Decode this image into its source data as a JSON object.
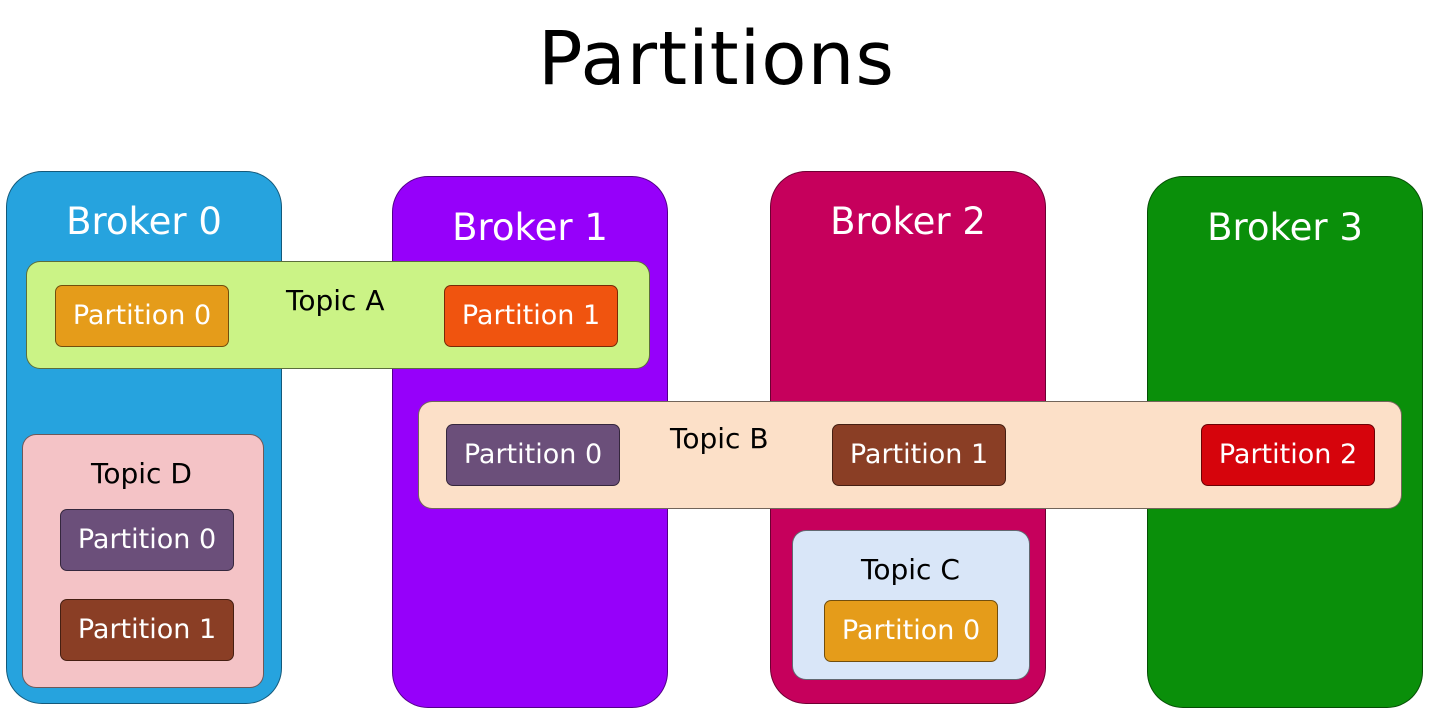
{
  "title": "Partitions",
  "brokers": [
    {
      "label": "Broker 0",
      "color": "#26A3DE"
    },
    {
      "label": "Broker 1",
      "color": "#9600FA"
    },
    {
      "label": "Broker 2",
      "color": "#C6005C"
    },
    {
      "label": "Broker 3",
      "color": "#0A8F0A"
    }
  ],
  "topics": {
    "a": {
      "label": "Topic A",
      "color": "#CBF386",
      "partitions": [
        {
          "label": "Partition 0",
          "color": "#E59C1A"
        },
        {
          "label": "Partition 1",
          "color": "#F0540F"
        }
      ]
    },
    "b": {
      "label": "Topic B",
      "color": "#FCE0C8",
      "partitions": [
        {
          "label": "Partition 0",
          "color": "#6B4F7A"
        },
        {
          "label": "Partition 1",
          "color": "#8A3E25"
        },
        {
          "label": "Partition 2",
          "color": "#D6040C"
        }
      ]
    },
    "c": {
      "label": "Topic C",
      "color": "#D9E6F8",
      "partitions": [
        {
          "label": "Partition 0",
          "color": "#E59C1A"
        }
      ]
    },
    "d": {
      "label": "Topic D",
      "color": "#F4C3C6",
      "partitions": [
        {
          "label": "Partition 0",
          "color": "#6B4F7A"
        },
        {
          "label": "Partition 1",
          "color": "#8A3E25"
        }
      ]
    }
  }
}
